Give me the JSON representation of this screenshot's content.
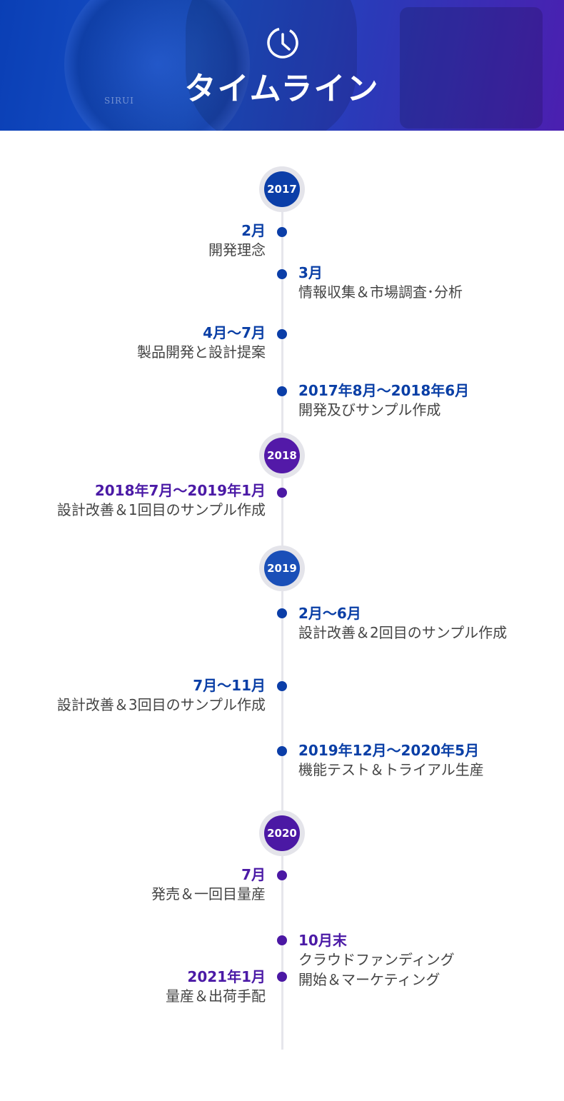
{
  "header": {
    "title": "タイムライン",
    "brand": "SIRUI",
    "icon": "clock-icon",
    "colors": {
      "start": "#0a3fb5",
      "end": "#4b1fb0"
    }
  },
  "colors": {
    "blue": "#0a3fa6",
    "purple": "#4b1aa6",
    "line": "#e6e6ec"
  },
  "years": [
    {
      "label": "2017",
      "color": "#0b3ea8"
    },
    {
      "label": "2018",
      "color": "#5319a8"
    },
    {
      "label": "2019",
      "color": "#1a4fb8"
    },
    {
      "label": "2020",
      "color": "#4b18a4"
    }
  ],
  "events": [
    {
      "date": "2月",
      "desc": "開発理念"
    },
    {
      "date": "3月",
      "desc": "情報収集＆市場調査･分析"
    },
    {
      "date": "4月～7月",
      "desc": "製品開発と設計提案"
    },
    {
      "date": "2017年8月～2018年6月",
      "desc": "開発及びサンプル作成"
    },
    {
      "date": "2018年7月～2019年1月",
      "desc": "設計改善＆1回目のサンプル作成"
    },
    {
      "date": "2月～6月",
      "desc": "設計改善＆2回目のサンプル作成"
    },
    {
      "date": "7月～11月",
      "desc": "設計改善＆3回目のサンプル作成"
    },
    {
      "date": "2019年12月～2020年5月",
      "desc": "機能テスト＆トライアル生産"
    },
    {
      "date": "7月",
      "desc": "発売＆一回目量産"
    },
    {
      "date": "10月末",
      "desc": "クラウドファンディング",
      "desc2": "開始＆マーケティング"
    },
    {
      "date": "2021年1月",
      "desc": "量産＆出荷手配"
    }
  ]
}
